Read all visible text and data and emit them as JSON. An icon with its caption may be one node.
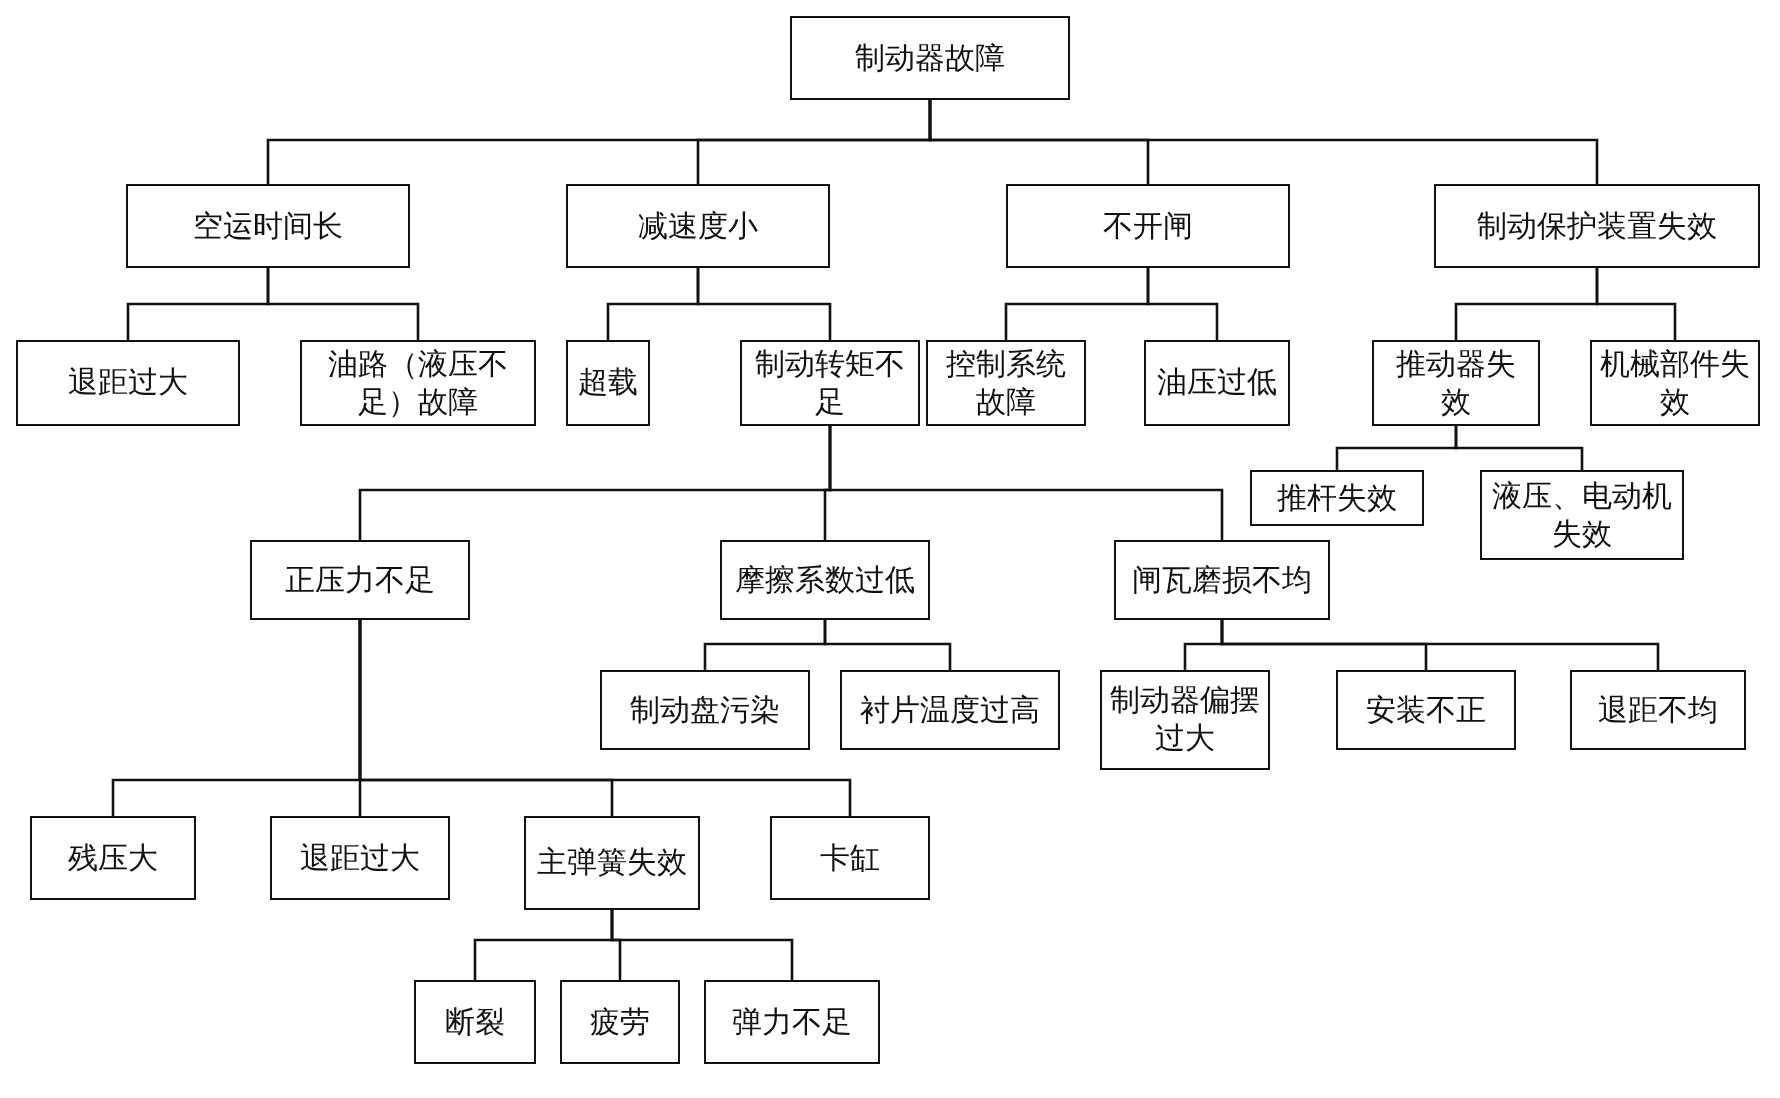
{
  "diagram": {
    "nodes": [
      {
        "text": [
          "制动器故障"
        ]
      },
      {
        "text": [
          "空运时间长"
        ]
      },
      {
        "text": [
          "减速度小"
        ]
      },
      {
        "text": [
          "不开闸"
        ]
      },
      {
        "text": [
          "制动保护装置失效"
        ]
      },
      {
        "text": [
          "退距过大"
        ]
      },
      {
        "text": [
          "油路（液压不足）故障"
        ]
      },
      {
        "text": [
          "超载"
        ]
      },
      {
        "text": [
          "制动转矩不足"
        ]
      },
      {
        "text": [
          "控制系统故障"
        ]
      },
      {
        "text": [
          "油压过低"
        ]
      },
      {
        "text": [
          "推动器失效"
        ]
      },
      {
        "text": [
          "机械部件失效"
        ]
      },
      {
        "text": [
          "推杆失效"
        ]
      },
      {
        "text": [
          "液压、电动机失效"
        ]
      },
      {
        "text": [
          "正压力不足"
        ]
      },
      {
        "text": [
          "摩擦系数过低"
        ]
      },
      {
        "text": [
          "闸瓦磨损不均"
        ]
      },
      {
        "text": [
          "制动盘污染"
        ]
      },
      {
        "text": [
          "衬片温度过高"
        ]
      },
      {
        "text": [
          "制动器偏摆过大"
        ]
      },
      {
        "text": [
          "安装不正"
        ]
      },
      {
        "text": [
          "退距不均"
        ]
      },
      {
        "text": [
          "残压大"
        ]
      },
      {
        "text": [
          "退距过大"
        ]
      },
      {
        "text": [
          "主弹簧失效"
        ]
      },
      {
        "text": [
          "卡缸"
        ]
      },
      {
        "text": [
          "断裂"
        ]
      },
      {
        "text": [
          "疲劳"
        ]
      },
      {
        "text": [
          "弹力不足"
        ]
      }
    ],
    "edges": [
      {
        "from": 0,
        "to": 1,
        "arrow": "none"
      },
      {
        "from": 0,
        "to": 2,
        "arrow": "none"
      },
      {
        "from": 0,
        "to": 3,
        "arrow": "none"
      },
      {
        "from": 0,
        "to": 4,
        "arrow": "none"
      },
      {
        "from": 1,
        "to": 5,
        "arrow": "none"
      },
      {
        "from": 1,
        "to": 6,
        "arrow": "none"
      },
      {
        "from": 2,
        "to": 7,
        "arrow": "none"
      },
      {
        "from": 2,
        "to": 8,
        "arrow": "none"
      },
      {
        "from": 3,
        "to": 9,
        "arrow": "none"
      },
      {
        "from": 3,
        "to": 10,
        "arrow": "none"
      },
      {
        "from": 4,
        "to": 11,
        "arrow": "none"
      },
      {
        "from": 4,
        "to": 12,
        "arrow": "none"
      },
      {
        "from": 11,
        "to": 13,
        "arrow": "none"
      },
      {
        "from": 11,
        "to": 14,
        "arrow": "none"
      },
      {
        "from": 8,
        "to": 15,
        "arrow": "none"
      },
      {
        "from": 8,
        "to": 16,
        "arrow": "none"
      },
      {
        "from": 8,
        "to": 17,
        "arrow": "none"
      },
      {
        "from": 16,
        "to": 18,
        "arrow": "none"
      },
      {
        "from": 16,
        "to": 19,
        "arrow": "none"
      },
      {
        "from": 17,
        "to": 20,
        "arrow": "none"
      },
      {
        "from": 17,
        "to": 21,
        "arrow": "none"
      },
      {
        "from": 17,
        "to": 22,
        "arrow": "none"
      },
      {
        "from": 15,
        "to": 23,
        "arrow": "none"
      },
      {
        "from": 15,
        "to": 24,
        "arrow": "none"
      },
      {
        "from": 15,
        "to": 25,
        "arrow": "none"
      },
      {
        "from": 15,
        "to": 26,
        "arrow": "none"
      },
      {
        "from": 25,
        "to": 27,
        "arrow": "none"
      },
      {
        "from": 25,
        "to": 28,
        "arrow": "none"
      },
      {
        "from": 25,
        "to": 29,
        "arrow": "none"
      }
    ]
  }
}
